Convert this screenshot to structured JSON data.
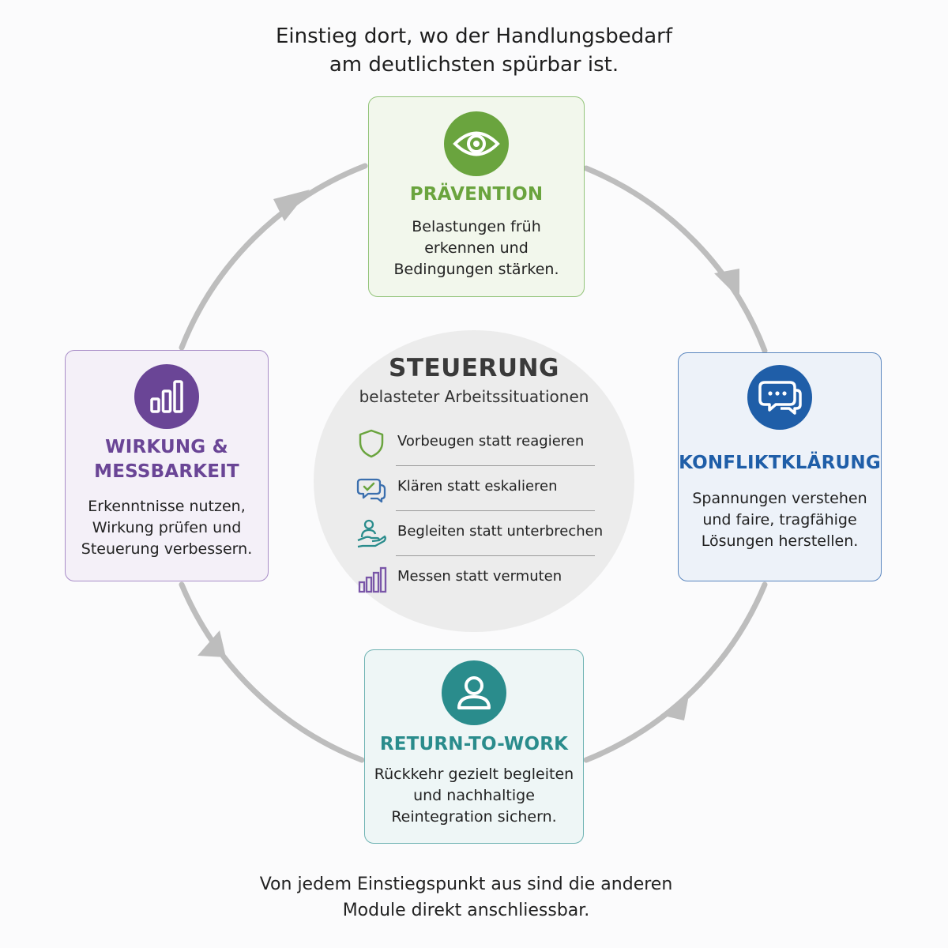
{
  "headline": [
    "Einstieg dort, wo der Handlungsbedarf",
    "am deutlichsten spürbar ist."
  ],
  "modules": {
    "praevention": {
      "title": "PRÄVENTION",
      "text": [
        "Belastungen früh",
        "erkennen und",
        "Bedingungen stärken."
      ],
      "icon": "eye-icon",
      "color": "#6aa43e"
    },
    "konflikt": {
      "title": "KONFLIKTKLÄRUNG",
      "text": [
        "Spannungen verstehen",
        "und faire, tragfähige",
        "Lösungen herstellen."
      ],
      "icon": "chat-bubbles-icon",
      "color": "#1f5ea8"
    },
    "return": {
      "title": "RETURN-TO-WORK",
      "text": [
        "Rückkehr gezielt begleiten",
        "und nachhaltige",
        "Reintegration sichern."
      ],
      "icon": "person-icon",
      "color": "#2a8c8c"
    },
    "wirkung": {
      "title": [
        "WIRKUNG &",
        "MESSBARKEIT"
      ],
      "text": [
        "Erkenntnisse nutzen,",
        "Wirkung prüfen und",
        "Steuerung verbessern."
      ],
      "icon": "bar-chart-icon",
      "color": "#6a4596"
    }
  },
  "center": {
    "title": "STEUERUNG",
    "subtitle": "belasteter Arbeitssituationen",
    "items": [
      {
        "label": "Vorbeugen statt reagieren",
        "icon": "shield-icon",
        "color": "#6aa43e"
      },
      {
        "label": "Klären statt eskalieren",
        "icon": "chat-check-icon",
        "color": "#3b6fae"
      },
      {
        "label": "Begleiten statt unterbrechen",
        "icon": "person-hand-icon",
        "color": "#2a8c8c"
      },
      {
        "label": "Messen statt vermuten",
        "icon": "bar-chart-icon",
        "color": "#7a56a8"
      }
    ]
  },
  "footer": [
    "Von jedem Einstiegspunkt aus sind die anderen",
    "Module direkt anschliessbar."
  ],
  "colors": {
    "ring": "#bdbdbd"
  }
}
